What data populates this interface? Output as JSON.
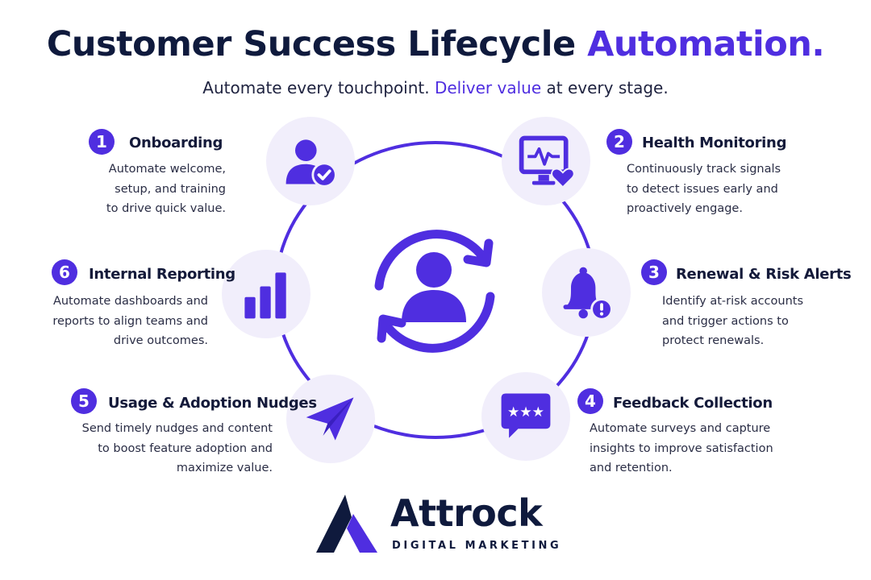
{
  "header": {
    "title_main": "Customer Success Lifecycle ",
    "title_accent": "Automation.",
    "subtitle_pre": "Automate every touchpoint. ",
    "subtitle_accent": "Deliver value",
    "subtitle_post": " at every stage."
  },
  "colors": {
    "accent": "#4f2ee0",
    "navy": "#0f1a3d",
    "node_bg": "#f1eefb"
  },
  "center": {
    "icon": "user-refresh-icon"
  },
  "stages": [
    {
      "number": "1",
      "title": "Onboarding",
      "icon": "user-check-icon",
      "lines": [
        "Automate welcome,",
        "setup, and training",
        "to drive quick value."
      ]
    },
    {
      "number": "2",
      "title": "Health Monitoring",
      "icon": "monitor-heartbeat-icon",
      "lines": [
        "Continuously track signals",
        "to detect issues early and",
        "proactively engage."
      ]
    },
    {
      "number": "3",
      "title": "Renewal & Risk Alerts",
      "icon": "bell-alert-icon",
      "lines": [
        "Identify at-risk accounts",
        "and trigger actions to",
        "protect renewals."
      ]
    },
    {
      "number": "4",
      "title": "Feedback Collection",
      "icon": "rating-chat-icon",
      "lines": [
        "Automate surveys and capture",
        "insights to improve satisfaction",
        "and retention."
      ]
    },
    {
      "number": "5",
      "title": "Usage & Adoption Nudges",
      "icon": "paper-plane-icon",
      "lines": [
        "Send timely nudges and content",
        "to boost feature adoption and",
        "maximize value."
      ]
    },
    {
      "number": "6",
      "title": "Internal Reporting",
      "icon": "bar-chart-icon",
      "lines": [
        "Automate dashboards and",
        "reports to align teams and",
        "drive outcomes."
      ]
    }
  ],
  "brand": {
    "name": "Attrock",
    "tagline": "DIGITAL MARKETING"
  }
}
